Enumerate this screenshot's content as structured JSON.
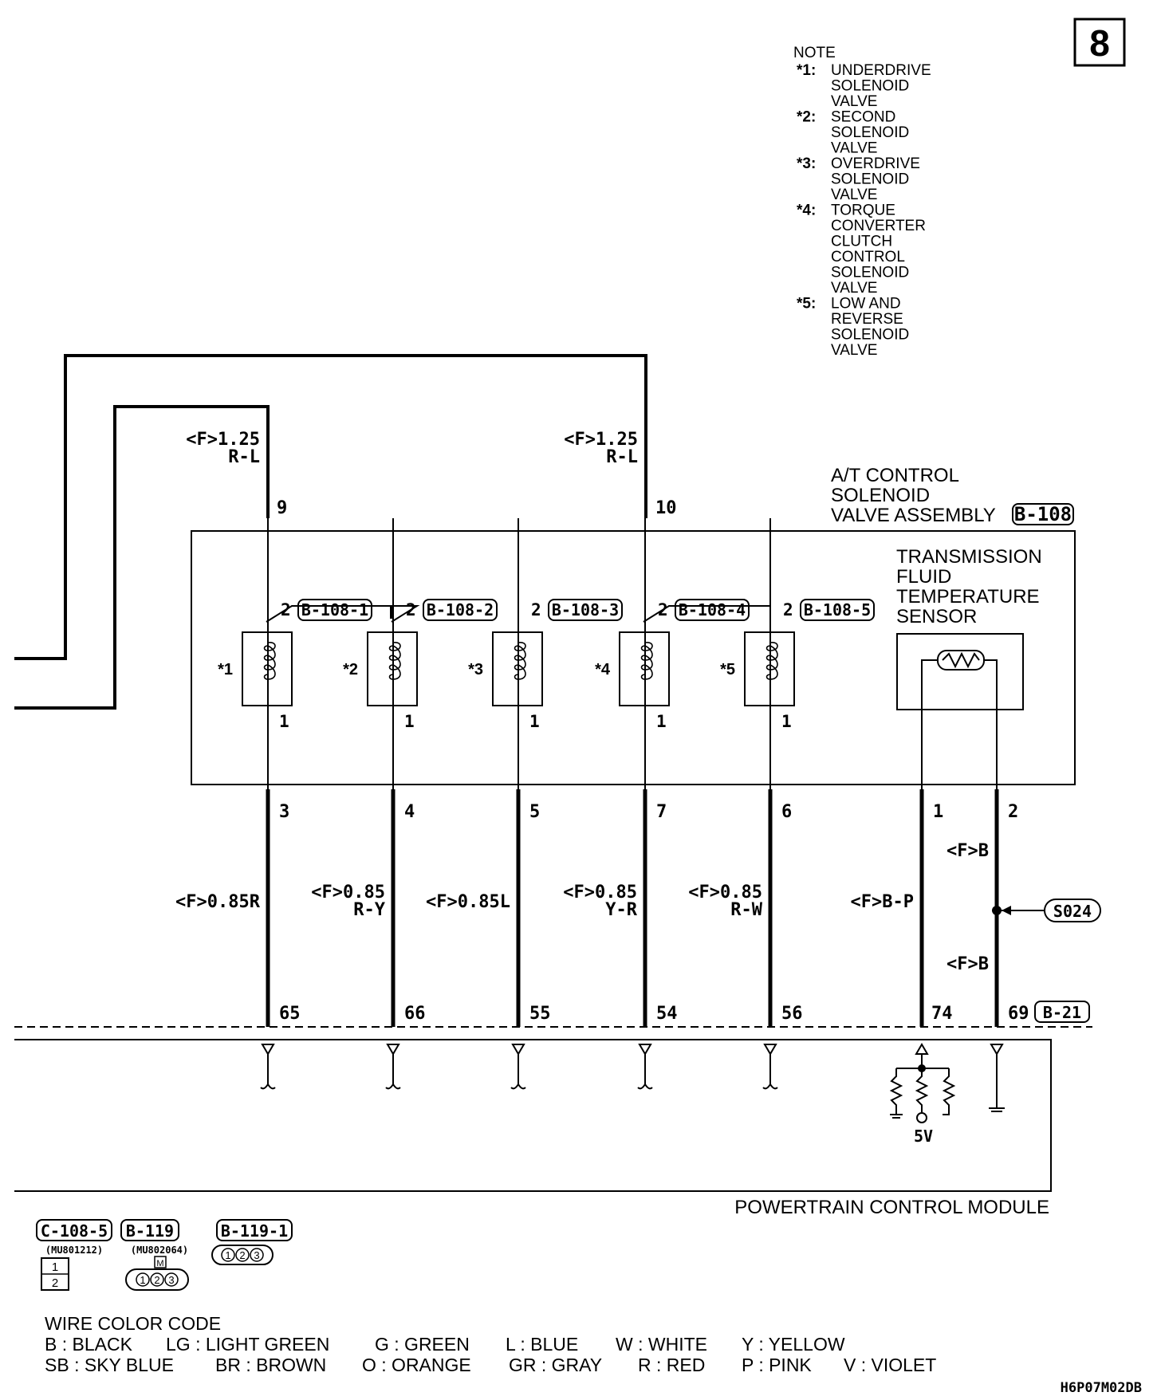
{
  "page_number": "8",
  "note": {
    "title": "NOTE",
    "items": [
      {
        "mark": "*1:",
        "lines": [
          "UNDERDRIVE",
          "SOLENOID",
          "VALVE"
        ]
      },
      {
        "mark": "*2:",
        "lines": [
          "SECOND",
          "SOLENOID",
          "VALVE"
        ]
      },
      {
        "mark": "*3:",
        "lines": [
          "OVERDRIVE",
          "SOLENOID",
          "VALVE"
        ]
      },
      {
        "mark": "*4:",
        "lines": [
          "TORQUE",
          "CONVERTER",
          "CLUTCH",
          "CONTROL",
          "SOLENOID",
          "VALVE"
        ]
      },
      {
        "mark": "*5:",
        "lines": [
          "LOW AND",
          "REVERSE",
          "SOLENOID",
          "VALVE"
        ]
      }
    ]
  },
  "power_feeds": [
    {
      "wire": "<F>1.25",
      "color": "R-L",
      "pin": "9"
    },
    {
      "wire": "<F>1.25",
      "color": "R-L",
      "pin": "10"
    }
  ],
  "assembly": {
    "name_lines": [
      "A/T CONTROL",
      "SOLENOID",
      "VALVE ASSEMBLY"
    ],
    "connector": "B-108",
    "sensor_lines": [
      "TRANSMISSION",
      "FLUID",
      "TEMPERATURE",
      "SENSOR"
    ]
  },
  "solenoids": [
    {
      "mark": "*1",
      "top_pin": "2",
      "connector": "B-108-1",
      "bottom_pin": "1",
      "out_pin": "3",
      "wire_lines": [
        "<F>0.85R"
      ],
      "pcm_pin": "65"
    },
    {
      "mark": "*2",
      "top_pin": "2",
      "connector": "B-108-2",
      "bottom_pin": "1",
      "out_pin": "4",
      "wire_lines": [
        "<F>0.85",
        "R-Y"
      ],
      "pcm_pin": "66"
    },
    {
      "mark": "*3",
      "top_pin": "2",
      "connector": "B-108-3",
      "bottom_pin": "1",
      "out_pin": "5",
      "wire_lines": [
        "<F>0.85L"
      ],
      "pcm_pin": "55"
    },
    {
      "mark": "*4",
      "top_pin": "2",
      "connector": "B-108-4",
      "bottom_pin": "1",
      "out_pin": "7",
      "wire_lines": [
        "<F>0.85",
        "Y-R"
      ],
      "pcm_pin": "54"
    },
    {
      "mark": "*5",
      "top_pin": "2",
      "connector": "B-108-5",
      "bottom_pin": "1",
      "out_pin": "6",
      "wire_lines": [
        "<F>0.85",
        "R-W"
      ],
      "pcm_pin": "56"
    }
  ],
  "sensor_wires": [
    {
      "out_pin": "1",
      "wire": "<F>B-P",
      "pcm_pin": "74"
    },
    {
      "out_pin": "2",
      "wire_top": "<F>B",
      "wire_bottom": "<F>B",
      "splice": "S024",
      "pcm_pin": "69"
    }
  ],
  "pcm": {
    "connector": "B-21",
    "name": "POWERTRAIN CONTROL MODULE",
    "ref_voltage": "5V"
  },
  "connector_views": [
    {
      "id": "C-108-5",
      "part": "(MU801212)",
      "pins": [
        "1",
        "2"
      ]
    },
    {
      "id": "B-119",
      "part": "(MU802064)",
      "tag": "M",
      "pins": [
        "1",
        "2",
        "3"
      ]
    },
    {
      "id": "B-119-1",
      "pins": [
        "1",
        "2",
        "3"
      ]
    }
  ],
  "wire_color_code": {
    "title": "WIRE COLOR CODE",
    "rows": [
      [
        "B : BLACK",
        "LG : LIGHT GREEN",
        "G : GREEN",
        "L : BLUE",
        "W : WHITE",
        "Y : YELLOW"
      ],
      [
        "SB : SKY BLUE",
        "BR : BROWN",
        "O : ORANGE",
        "GR : GRAY",
        "R : RED",
        "P : PINK",
        "V : VIOLET"
      ]
    ]
  },
  "figure_code": "H6P07M02DB"
}
